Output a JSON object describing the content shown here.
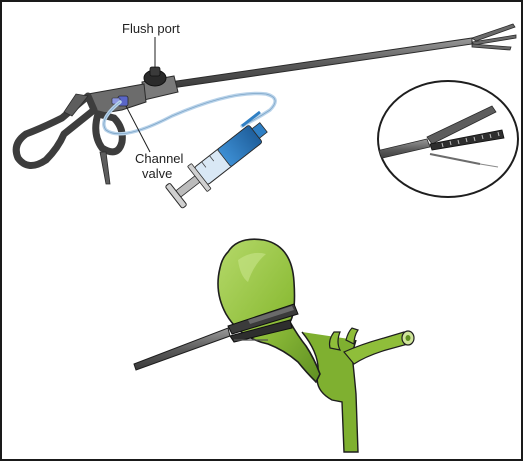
{
  "labels": {
    "flush_port": "Flush port",
    "channel_valve_line1": "Channel",
    "channel_valve_line2": "valve"
  },
  "colors": {
    "instrument_metal": "#6f6f6f",
    "instrument_dark": "#2b2b2b",
    "tubing": "#b9d3ea",
    "syringe_barrel": "#cfe2f2",
    "syringe_fluid": "#2f7fc4",
    "gallbladder": "#8fbe3a",
    "gallbladder_shadow": "#5f8f22",
    "outline": "#1e1e1e"
  },
  "icons": {
    "instrument": "laparoscopic-grasper-icon",
    "syringe": "syringe-icon",
    "zoom": "magnified-tip-icon",
    "organ": "gallbladder-icon"
  }
}
